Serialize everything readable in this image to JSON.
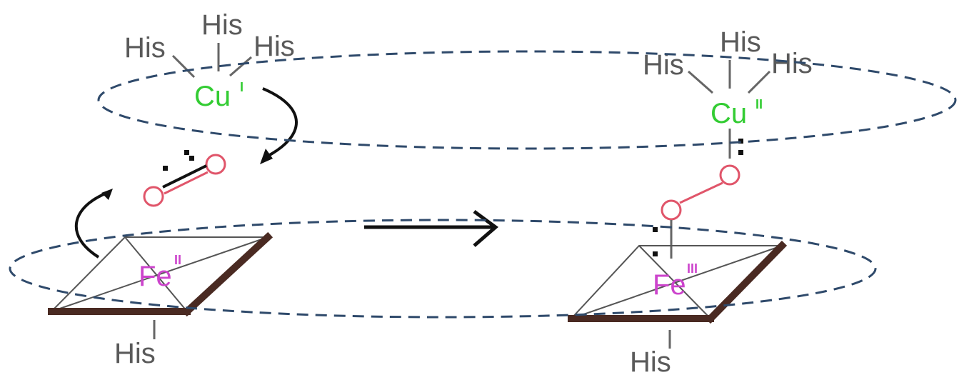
{
  "left": {
    "his_labels": [
      "His",
      "His",
      "His"
    ],
    "cu_label": "Cu",
    "cu_oxidation": "I",
    "o_atoms": [
      "O",
      "O"
    ],
    "fe_label": "Fe",
    "fe_oxidation": "II",
    "his_bottom": "His"
  },
  "right": {
    "his_labels": [
      "His",
      "His",
      "His"
    ],
    "cu_label": "Cu",
    "cu_oxidation": "II",
    "o_atoms": [
      "O",
      "O"
    ],
    "fe_label": "Fe",
    "fe_oxidation": "III",
    "his_bottom": "His"
  },
  "colors": {
    "copper": "#33cc33",
    "iron": "#cc44cc",
    "oxygen": "#e0556a",
    "ellipse": "#2f4a6b",
    "heme_edge": "#4a2a22"
  }
}
